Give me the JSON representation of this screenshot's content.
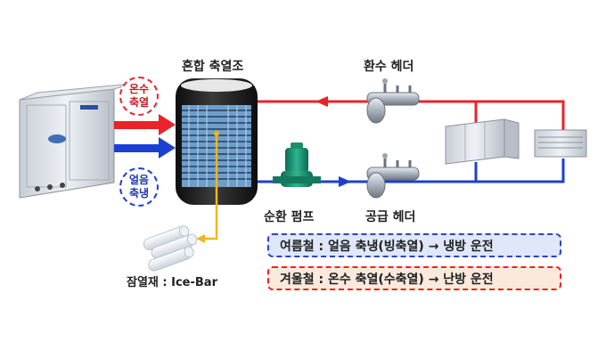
{
  "colors": {
    "hot": "#e8232a",
    "cold": "#1d3fd1",
    "ice_line": "#f2b61c",
    "tank_body": "#1c1c1c",
    "coil": "#6f9ec9"
  },
  "labels": {
    "tank": "혼합 축열조",
    "return_header": "환수 헤더",
    "supply_header": "공급 헤더",
    "pump": "순환 펌프",
    "ice_material": "잠열재 : Ice-Bar"
  },
  "badges": {
    "hot": {
      "line1": "온수",
      "line2": "축열"
    },
    "cold": {
      "line1": "얼음",
      "line2": "축냉"
    }
  },
  "legend": {
    "summer": "여름철 : 얼음 축냉(빙축열) → 냉방 운전",
    "winter": "겨울철 : 온수 축열(수축열) → 난방 운전"
  },
  "icons": [
    "outdoor-unit-icon",
    "storage-tank-icon",
    "pump-icon",
    "header-icon",
    "indoor-unit-icon",
    "ice-bar-icon"
  ]
}
